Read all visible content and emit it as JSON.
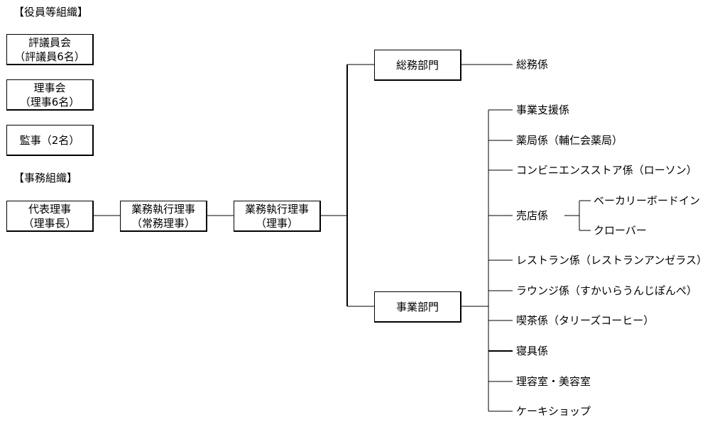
{
  "officers_heading": "【役員等組織】",
  "council": {
    "line1": "評議員会",
    "line2": "（評議員6名）"
  },
  "board": {
    "line1": "理事会",
    "line2": "（理事6名）"
  },
  "auditor": {
    "line1": "監事（2名）"
  },
  "admin_heading": "【事務組織】",
  "representative": {
    "line1": "代表理事",
    "line2": "（理事長）"
  },
  "executive_managing": {
    "line1": "業務執行理事",
    "line2": "（常務理事）"
  },
  "executive_director": {
    "line1": "業務執行理事",
    "line2": "（理事）"
  },
  "general_affairs_division": "総務部門",
  "general_affairs_section": "総務係",
  "business_division": "事業部門",
  "business_sections": [
    "事業支援係",
    "薬局係（輔仁会薬局）",
    "コンビニエンスストア係（ローソン）",
    "売店係",
    "レストラン係（レストランアンゼラス）",
    "ラウンジ係（すかいらうんじぽんぺ）",
    "喫茶係（タリーズコーヒー）",
    "寝具係",
    "理容室・美容室",
    "ケーキショップ"
  ],
  "shop_subsections": [
    "ベーカリーボードイン",
    "クローバー"
  ]
}
